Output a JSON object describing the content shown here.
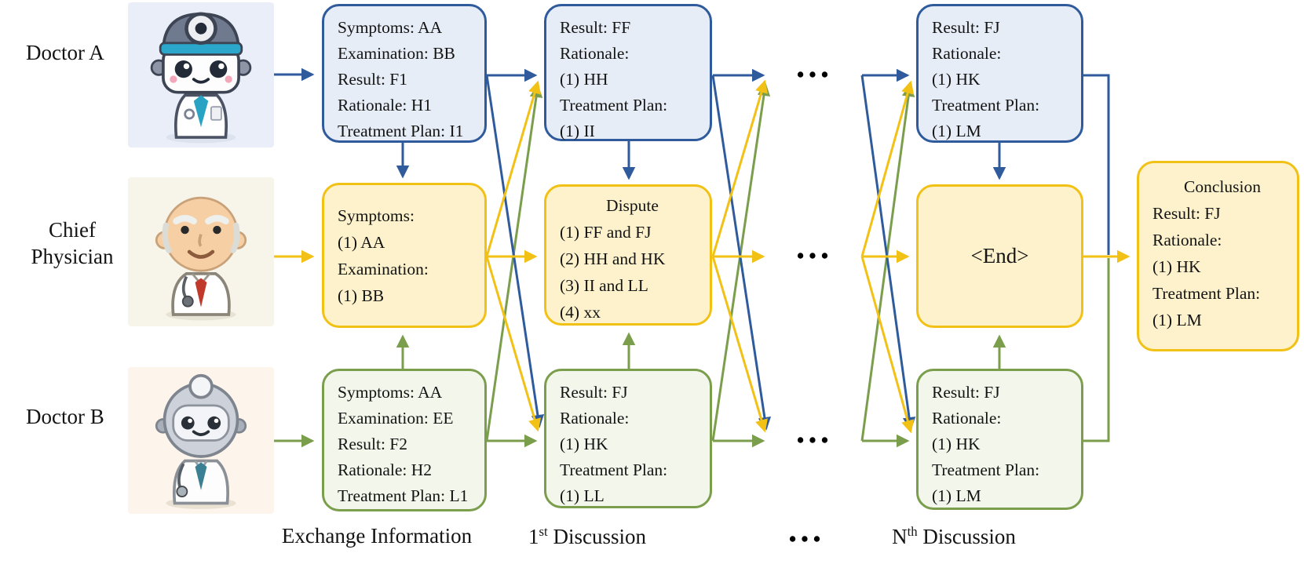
{
  "actors": {
    "doctor_a": {
      "label": "Doctor A",
      "avatar_icon": "robot-doctor-blue-icon"
    },
    "chief": {
      "label_line1": "Chief",
      "label_line2": "Physician",
      "avatar_icon": "elderly-physician-icon"
    },
    "doctor_b": {
      "label": "Doctor B",
      "avatar_icon": "robot-doctor-gray-icon"
    }
  },
  "boxes": {
    "a1": {
      "lines": [
        "Symptoms: AA",
        "Examination: BB",
        "Result: F1",
        "Rationale: H1",
        "Treatment Plan: I1"
      ]
    },
    "c1": {
      "lines": [
        "Symptoms:",
        "(1) AA",
        "Examination:",
        "(1) BB"
      ]
    },
    "b1": {
      "lines": [
        "Symptoms: AA",
        "Examination: EE",
        "Result: F2",
        "Rationale: H2",
        "Treatment Plan: L1"
      ]
    },
    "a2": {
      "lines": [
        "Result: FF",
        "Rationale:",
        "(1) HH",
        "Treatment Plan:",
        "(1) II"
      ]
    },
    "c2": {
      "title": "Dispute",
      "lines": [
        "(1) FF and FJ",
        "(2) HH and HK",
        "(3) II and LL",
        "(4) xx"
      ]
    },
    "b2": {
      "lines": [
        "Result: FJ",
        "Rationale:",
        "(1) HK",
        "Treatment Plan:",
        "(1) LL"
      ]
    },
    "a3": {
      "lines": [
        "Result: FJ",
        "Rationale:",
        "(1) HK",
        "Treatment Plan:",
        "(1) LM"
      ]
    },
    "c3": {
      "center": "<End>"
    },
    "b3": {
      "lines": [
        "Result: FJ",
        "Rationale:",
        "(1) HK",
        "Treatment Plan:",
        "(1) LM"
      ]
    },
    "conclusion": {
      "title": "Conclusion",
      "lines": [
        "Result: FJ",
        "Rationale:",
        "(1) HK",
        "Treatment Plan:",
        "(1) LM"
      ]
    }
  },
  "ellipsis": "•••",
  "stages": {
    "exchange": "Exchange Information",
    "first": {
      "num": "1",
      "sup": "st",
      "rest": " Discussion"
    },
    "dots": "•••",
    "nth": {
      "num": "N",
      "sup": "th",
      "rest": " Discussion"
    }
  },
  "colors": {
    "doctor_a_blue": "#2f5b9d",
    "chief_yellow": "#f2c116",
    "doctor_b_green": "#7b9e4d",
    "blue_fill": "#e7edf6",
    "yellow_fill": "#fdf2cc",
    "green_fill": "#f3f6eb"
  }
}
